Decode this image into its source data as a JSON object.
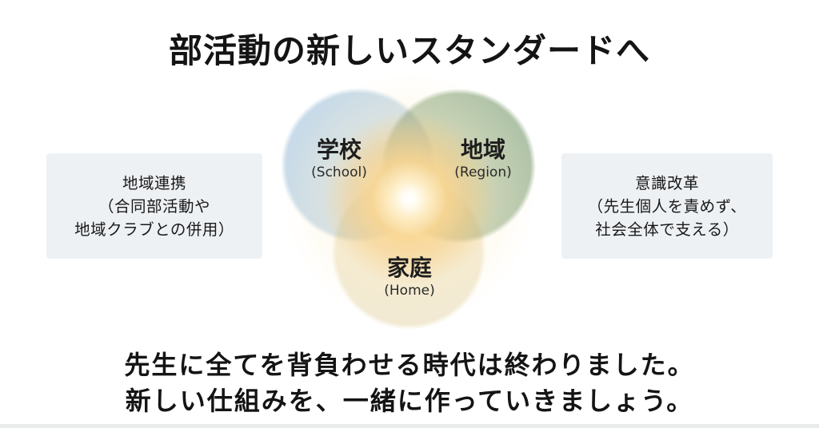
{
  "slide": {
    "title": "部活動の新しいスタンダードへ",
    "background_color": "#ffffff"
  },
  "venn": {
    "circles": [
      {
        "id": "school",
        "label": "学校",
        "sublabel": "(School)",
        "color": "#c9dbe8"
      },
      {
        "id": "region",
        "label": "地域",
        "sublabel": "(Region)",
        "color": "#b1c4a9"
      },
      {
        "id": "home",
        "label": "家庭",
        "sublabel": "(Home)",
        "color": "#f1e9d2"
      }
    ],
    "center_glow_color": "#f6c87d",
    "center_glow_core_color": "#ffffff"
  },
  "notes": {
    "left": {
      "lines": [
        "地域連携",
        "（合同部活動や",
        "地域クラブとの併用）"
      ],
      "background_color": "#eef1f4"
    },
    "right": {
      "lines": [
        "意識改革",
        "（先生個人を責めず、",
        "社会全体で支える）"
      ],
      "background_color": "#eef1f4"
    }
  },
  "closing": {
    "lines": [
      "先生に全てを背負わせる時代は終わりました。",
      "新しい仕組みを、一緒に作っていきましょう。"
    ]
  }
}
